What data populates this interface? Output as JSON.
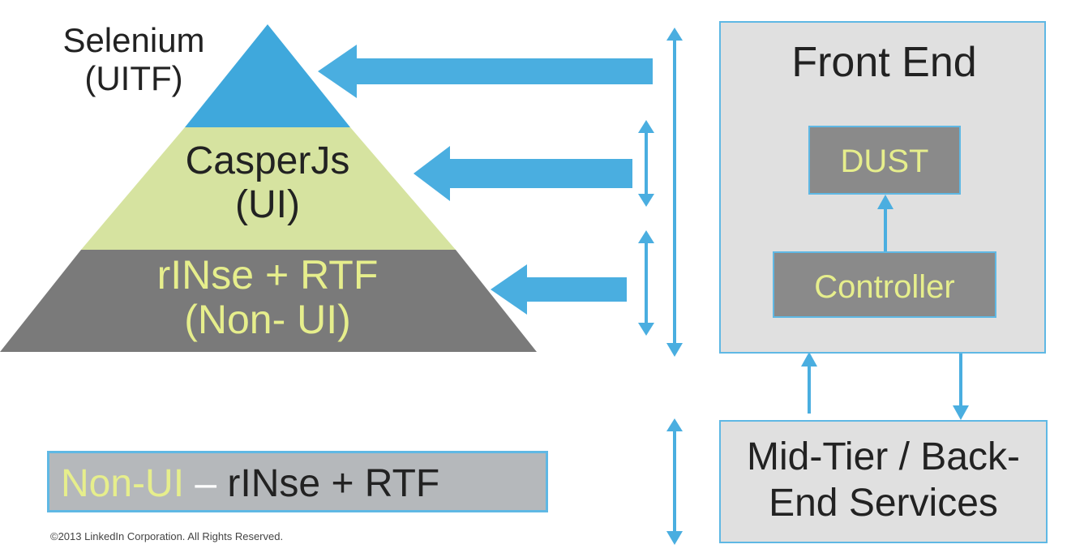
{
  "pyramid": {
    "top_line1": "Selenium",
    "top_line2": "(UITF)",
    "middle_line1": "CasperJs",
    "middle_line2": "(UI)",
    "bottom_line1": "rINse + RTF",
    "bottom_line2": "(Non- UI)"
  },
  "front_end": {
    "title": "Front End",
    "dust_label": "DUST",
    "controller_label": "Controller"
  },
  "backend": {
    "line1": "Mid-Tier / Back-",
    "line2": "End Services"
  },
  "legend": {
    "highlight": "Non-UI",
    "separator": " – ",
    "rest": "rINse + RTF"
  },
  "footer": {
    "copyright": "©2013 LinkedIn Corporation. All Rights Reserved."
  },
  "colors": {
    "arrow_blue": "#4aaee0",
    "pyramid_top": "#3fa8dc",
    "pyramid_middle": "#d6e3a0",
    "pyramid_bottom": "#7a7a7a",
    "yellow_text": "#e6ee8c",
    "box_fill": "#e0e0e0",
    "box_border": "#5fb8e4",
    "inner_box_fill": "#8a8a8a"
  }
}
